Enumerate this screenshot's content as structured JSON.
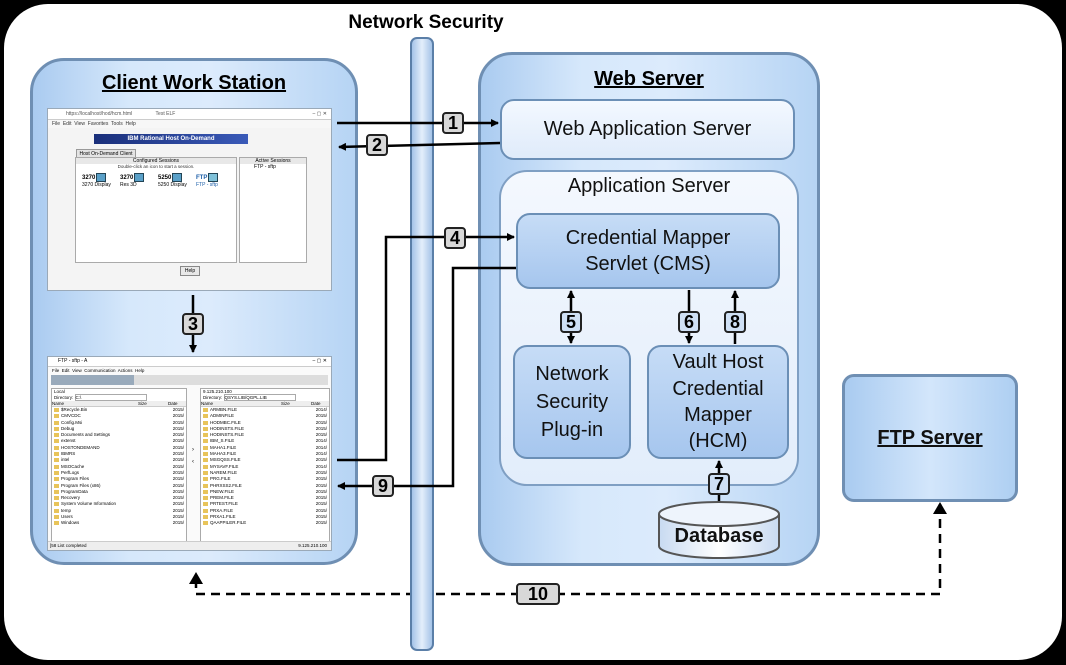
{
  "diagram": {
    "network_security_label": "Network Security",
    "client_title": "Client Work Station",
    "web_server_title": "Web Server",
    "web_app_server": "Web Application Server",
    "app_server_label": "Application Server",
    "cms": [
      "Credential Mapper",
      "Servlet (CMS)"
    ],
    "nsp": [
      "Network",
      "Security",
      "Plug-in"
    ],
    "hcm": [
      "Vault Host",
      "Credential",
      "Mapper",
      "(HCM)"
    ],
    "database": "Database",
    "ftp_server": "FTP Server",
    "steps": [
      "1",
      "2",
      "3",
      "4",
      "5",
      "6",
      "7",
      "8",
      "9",
      "10"
    ]
  },
  "browser_shot": {
    "address": "https://localhost/hod/hcm.html",
    "tab": "Test ELF",
    "menu": [
      "File",
      "Edit",
      "View",
      "Favorites",
      "Tools",
      "Help"
    ],
    "banner": "IBM Rational Host On-Demand",
    "client_tab": "Host On-Demand Client",
    "configured_sessions": "Configured Sessions",
    "configured_hint": "Double-click an icon to start a session.",
    "active_sessions": "Active Sessions",
    "sessions": [
      {
        "code": "3270",
        "label": "3270 Display"
      },
      {
        "code": "3270",
        "label": "Res 3D"
      },
      {
        "code": "5250",
        "label": "5250 Display"
      },
      {
        "code": "FTP",
        "label": "FTP - sftp"
      }
    ],
    "active_item": "FTP - sftp",
    "help_button": "Help"
  },
  "ftp_shot": {
    "title": "FTP - sftp - A",
    "menu": [
      "File",
      "Edit",
      "View",
      "Communication",
      "Actions",
      "Help"
    ],
    "local_label": "Local",
    "remote_label": "9.125.210.100",
    "directory_label": "Directory:",
    "local_dir": "C:\\",
    "remote_dir": "QSYS.LIB/QGPL.LIB",
    "col_name": "Name",
    "col_size": "Size",
    "col_date": "Date",
    "local_files": [
      "$Recycle.Bin",
      "CMVCDC",
      "Config.Msi",
      "Debug",
      "Documents and Settings",
      "extenst",
      "HOSTONDEMAND",
      "IBMRS",
      "intel",
      "MSOCache",
      "PerfLogs",
      "Program Files",
      "Program Files (x86)",
      "ProgramData",
      "Recovery",
      "System Volume Information",
      "temp",
      "Users",
      "Windows"
    ],
    "local_dates": [
      "2015/",
      "2015/",
      "2015/",
      "2015/",
      "2015/",
      "2015/",
      "2015/",
      "2015/",
      "2015/",
      "2015/",
      "2015/",
      "2015/",
      "2015/",
      "2015/",
      "2015/",
      "2015/",
      "2015/",
      "2015/",
      "2015/"
    ],
    "remote_files": [
      "ARMBN.FILE",
      "ADMINFILE",
      "HODMBC.FILE",
      "HODINSTS.FILE",
      "HODINSTS.FILE",
      "IBM_S.FILE",
      "MAHA1.FILE",
      "MAHA3.FILE",
      "MSGQSS.FILE",
      "MYSAVF.FILE",
      "NAREM.FILE",
      "PRG.FILE",
      "PHRXSS2.FILE",
      "PNEW.FILE",
      "PREM.FILE",
      "PRTEST.FILE",
      "PRXA.FILE",
      "PRXA1.FILE",
      "QAAPPILER.FILE"
    ],
    "remote_dates": [
      "2014/",
      "2015/",
      "2015/",
      "2015/",
      "2015/",
      "2014/",
      "2014/",
      "2014/",
      "2015/",
      "2014/",
      "2015/",
      "2015/",
      "2015/",
      "2015/",
      "2015/",
      "2015/",
      "2015/",
      "2015/",
      "2015/"
    ],
    "status_left": "[58 List completed",
    "status_right": "9.125.210.100"
  }
}
